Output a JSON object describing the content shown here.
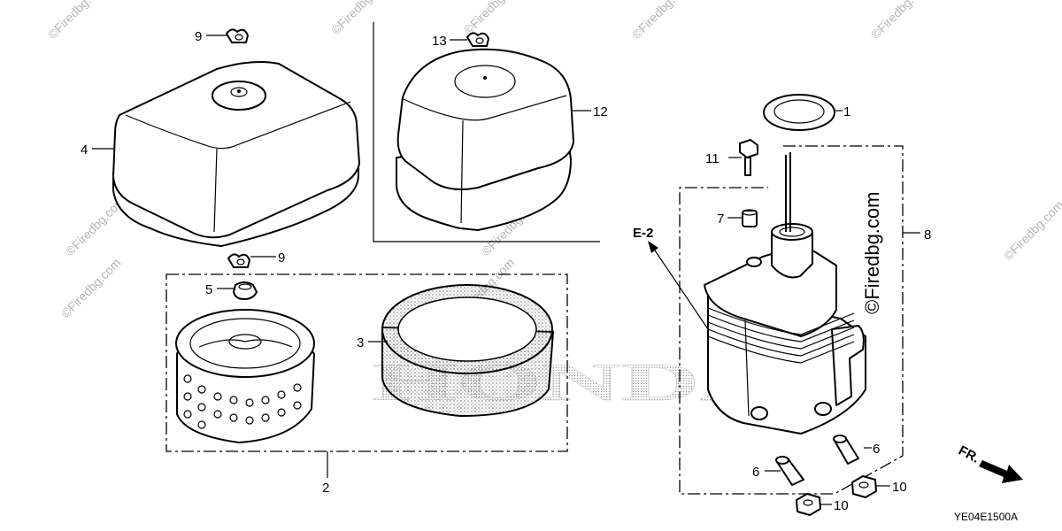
{
  "diagram": {
    "callouts": [
      "1",
      "2",
      "3",
      "4",
      "5",
      "6",
      "6",
      "7",
      "8",
      "9",
      "9",
      "10",
      "10",
      "11",
      "12",
      "13"
    ],
    "reference_label": "E-2",
    "direction_label": "FR.",
    "diagram_code": "YE04E1500A",
    "brand_watermark": "HONDA",
    "site_watermark": "©Firedbg.com",
    "colors": {
      "line": "#000000",
      "watermark": "#b5b5b5",
      "background": "#ffffff"
    }
  }
}
